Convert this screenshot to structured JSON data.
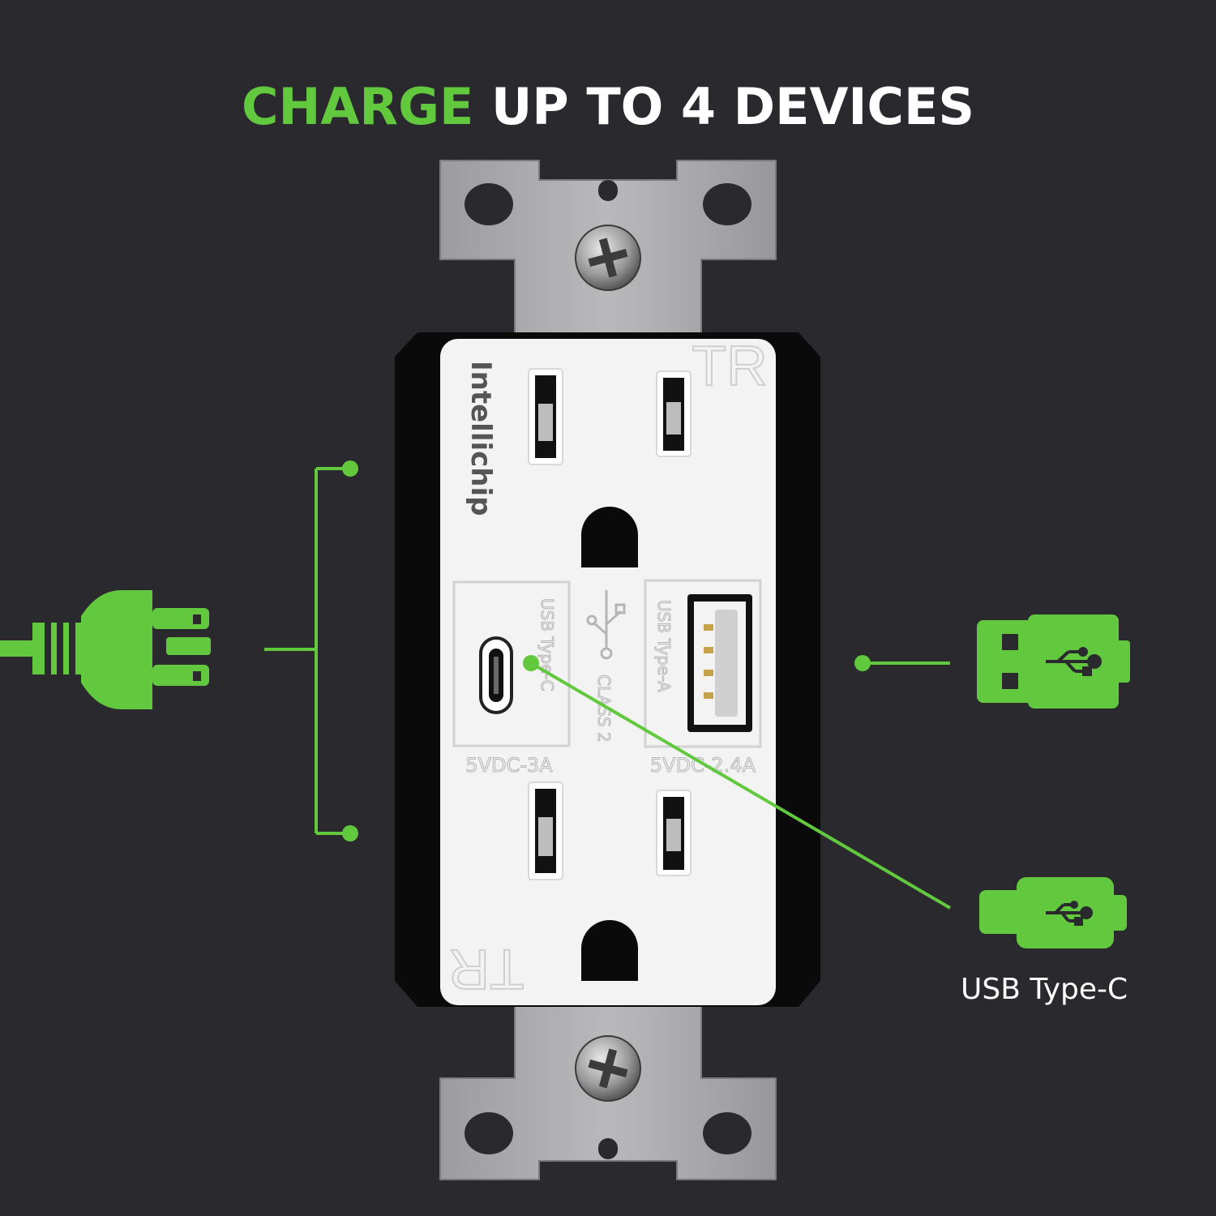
{
  "headline": {
    "accent_word": "CHARGE",
    "rest": " UP TO 4 DEVICES"
  },
  "outlet": {
    "brand": "Intellichip",
    "tr_mark_top": "TR",
    "tr_mark_bottom": "TR",
    "usb_c_port_label": "USB Type-C",
    "usb_a_port_label": "USB Type-A",
    "usb_c_rating": "5VDC-3A",
    "usb_a_rating": "5VDC-2.4A",
    "class_label": "CLASS 2"
  },
  "callouts": {
    "usb_c_label": "USB Type-C"
  },
  "icons": {
    "left": "ac-plug-icon",
    "right_top": "usb-a-connector-icon",
    "right_bottom": "usb-c-connector-icon"
  },
  "colors": {
    "background": "#2a292e",
    "accent_green": "#62c93f",
    "text": "#ffffff",
    "plate": "#a8a8aa",
    "outlet_face": "#f3f3f3",
    "outlet_frame": "#0a0a0a"
  }
}
